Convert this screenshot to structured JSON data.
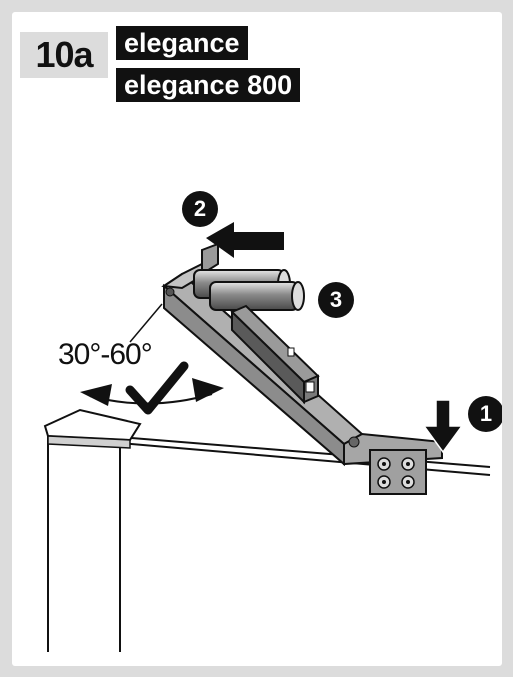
{
  "header": {
    "step_number": "10a",
    "models": [
      "elegance",
      "elegance  800"
    ]
  },
  "labels": {
    "angle_range": "30°-60°",
    "step_badges": [
      "1",
      "2",
      "3"
    ]
  },
  "icons": {
    "direction_arrows": "arrow-icon",
    "confirm_check": "checkmark-icon",
    "spirit_level": "spirit-level-icon",
    "battery_pair": "battery-icon"
  },
  "colors": {
    "page_background": "#dcdcdc",
    "panel_background": "#ffffff",
    "label_background": "#111111",
    "part_fill": "#a6a6a6",
    "part_dark": "#6e6e6e"
  }
}
